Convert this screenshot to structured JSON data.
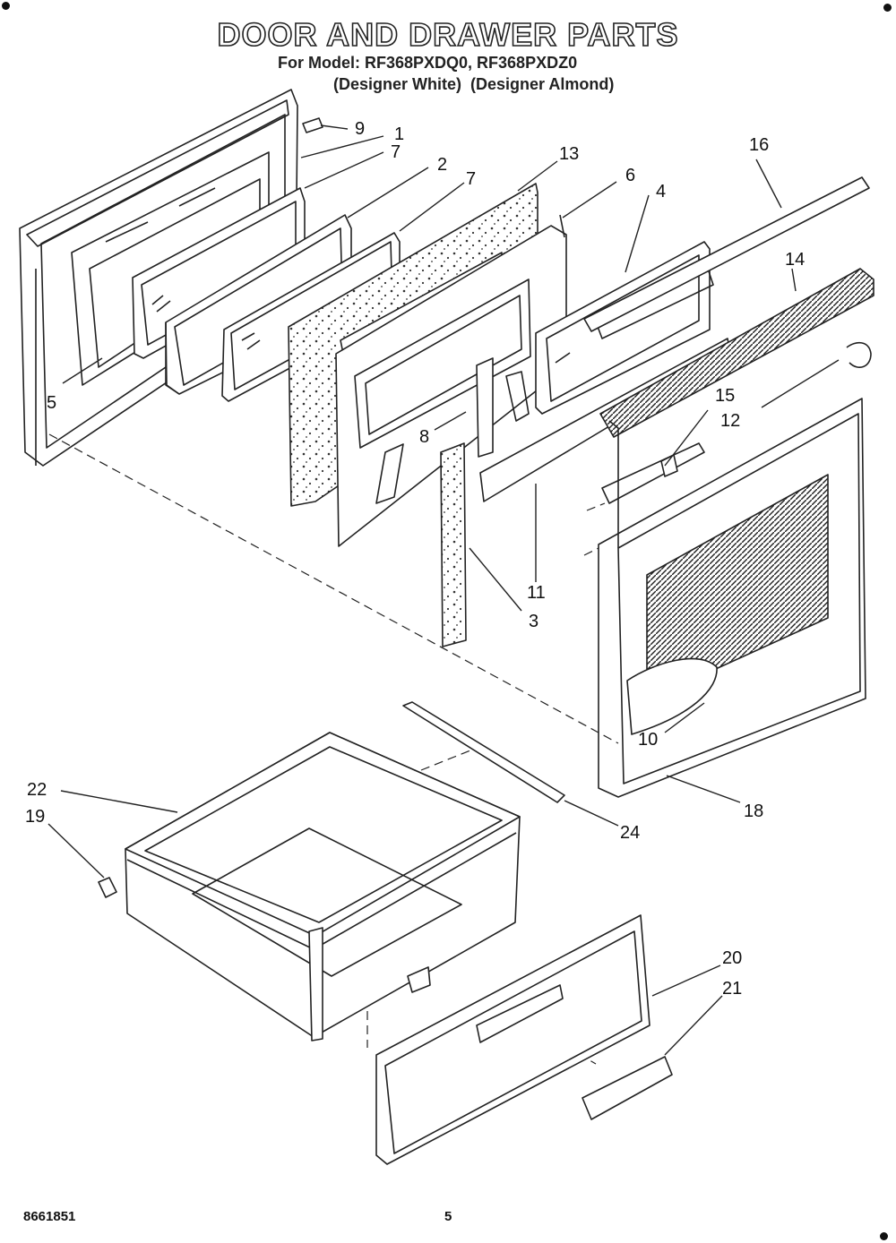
{
  "header": {
    "title": "DOOR AND DRAWER PARTS",
    "model_line": "For Model: RF368PXDQ0, RF368PXDZ0",
    "color_line": "(Designer White)  (Designer Almond)"
  },
  "callouts": [
    "9",
    "1",
    "7",
    "2",
    "7",
    "13",
    "6",
    "4",
    "16",
    "14",
    "5",
    "15",
    "12",
    "8",
    "11",
    "3",
    "10",
    "18",
    "22",
    "19",
    "24",
    "20",
    "21"
  ],
  "footer": {
    "doc_number": "8661851",
    "page_number": "5"
  }
}
